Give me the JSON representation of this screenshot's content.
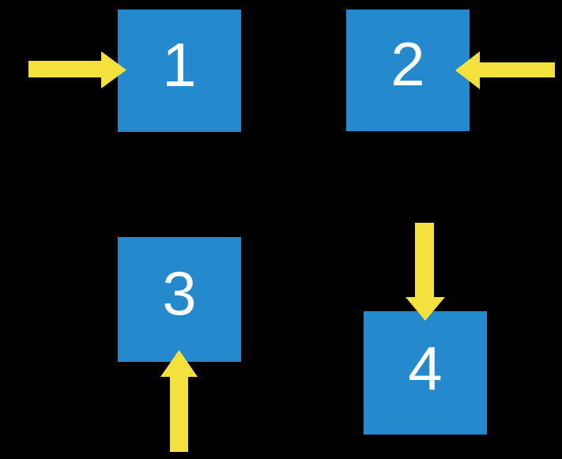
{
  "diagram": {
    "description": "Four numbered squares, each indicated by a block arrow",
    "background_color": "#000000",
    "box_color": "#2589CD",
    "arrow_color": "#F5E13C",
    "label_color": "#FFFFFF",
    "boxes": [
      {
        "label": "1",
        "position": "top-left",
        "arrow": {
          "points": "right",
          "enters_from": "left side"
        }
      },
      {
        "label": "2",
        "position": "top-right",
        "arrow": {
          "points": "left",
          "enters_from": "right side"
        }
      },
      {
        "label": "3",
        "position": "bottom-left",
        "arrow": {
          "points": "up",
          "enters_from": "bottom side"
        }
      },
      {
        "label": "4",
        "position": "bottom-right",
        "arrow": {
          "points": "down",
          "enters_from": "top side"
        }
      }
    ]
  }
}
